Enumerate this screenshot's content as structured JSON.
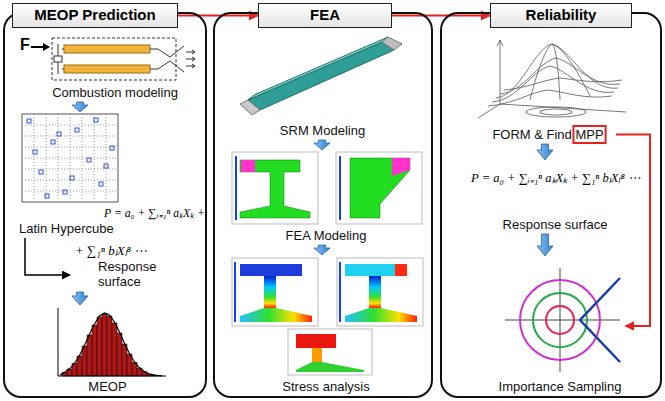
{
  "diagram": {
    "nodes": [
      {
        "text": [
          "MEOP Prediction"
        ]
      },
      {
        "text": [
          "Combustion modeling"
        ],
        "in": 0
      },
      {
        "text": [
          "Latin Hypercube"
        ],
        "in": 0
      },
      {
        "text": [
          "Response surface"
        ],
        "in": 0
      },
      {
        "text": [
          "MEOP"
        ],
        "in": 0
      },
      {
        "text": [
          "FEA"
        ]
      },
      {
        "text": [
          "SRM Modeling"
        ],
        "in": 5
      },
      {
        "text": [
          "FEA Modeling"
        ],
        "in": 5
      },
      {
        "text": [
          "Stress analysis"
        ],
        "in": 5
      },
      {
        "text": [
          "Reliability"
        ]
      },
      {
        "text": [
          "FORM & Find MPP"
        ],
        "in": 9
      },
      {
        "text": [
          "Response surface"
        ],
        "in": 9
      },
      {
        "text": [
          "Importance Sampling"
        ],
        "in": 9
      }
    ],
    "edges": [
      {
        "from": 0,
        "to": 5,
        "arrow": "to"
      },
      {
        "from": 5,
        "to": 9,
        "arrow": "to"
      },
      {
        "from": 1,
        "to": 2,
        "arrow": "to"
      },
      {
        "from": 2,
        "to": 3,
        "arrow": "to"
      },
      {
        "from": 3,
        "to": 4,
        "arrow": "to"
      },
      {
        "from": 6,
        "to": 7,
        "arrow": "to"
      },
      {
        "from": 7,
        "to": 8,
        "arrow": "to"
      },
      {
        "from": 10,
        "to": 11,
        "arrow": "to"
      },
      {
        "from": 11,
        "to": 12,
        "arrow": "to"
      },
      {
        "from": 10,
        "to": 12,
        "arrow": "to"
      }
    ],
    "labels": [
      "F",
      "P = a₀ + ∑ᵢ₌₁ⁿ aₖXₖ +",
      "+ ∑₁ⁿ bₗXₗ⁸ ⋯",
      "P = a₀ + ∑ᵢ₌₁ⁿ aₖXₖ + ∑₁ⁿ bₗXₗ⁸ ⋯"
    ]
  }
}
